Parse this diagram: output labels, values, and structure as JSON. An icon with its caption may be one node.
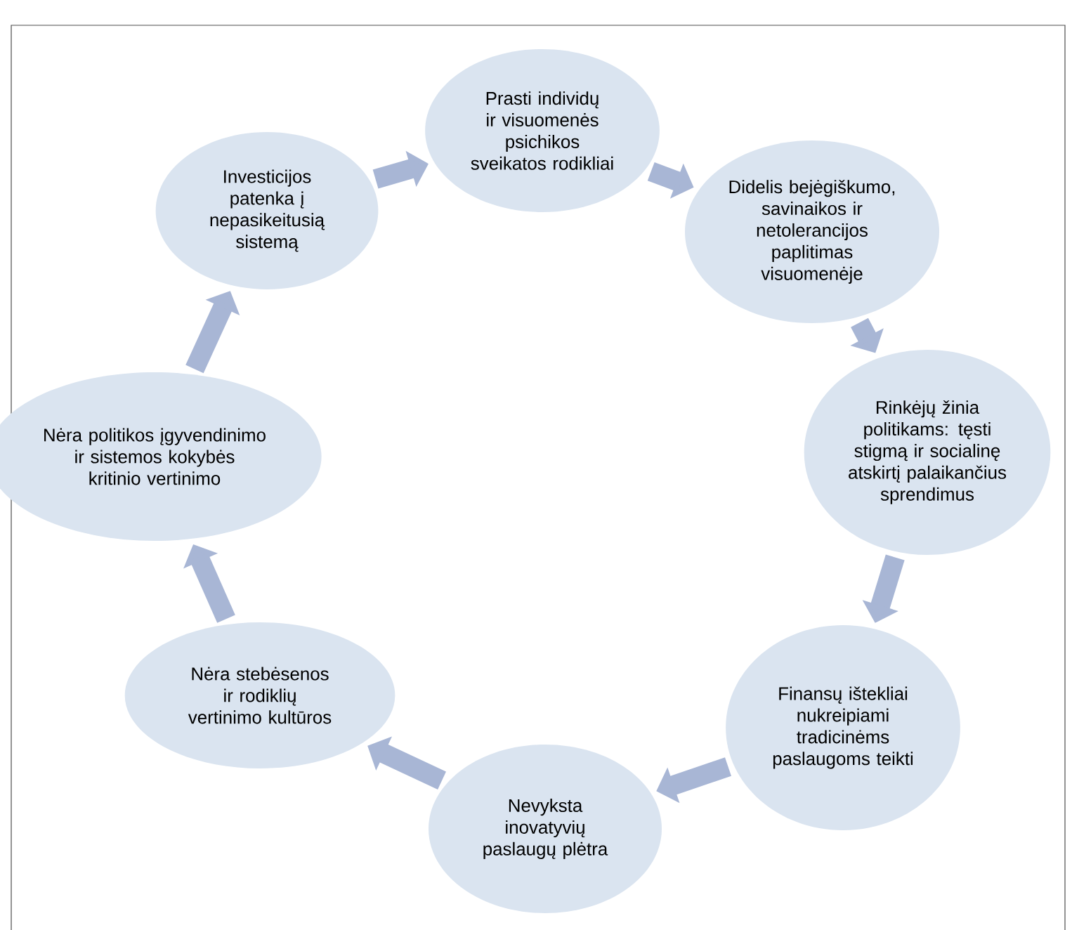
{
  "diagram": {
    "nodes": [
      {
        "text": [
          "Prasti individų ir visuomenės psichikos sveikatos rodikliai"
        ]
      },
      {
        "text": [
          "Didelis bejėgiškumo, savinaikos ir netolerancijos paplitimas visuomenėje"
        ]
      },
      {
        "text": [
          "Rinkėjų žinia politikams: tęsti stigmą ir socialinę atskirtį palaikančius sprendimus"
        ]
      },
      {
        "text": [
          "Finansų ištekliai nukreipiami tradicinėms paslaugoms teikti"
        ]
      },
      {
        "text": [
          "Nevyksta inovatyvių paslaugų plėtra"
        ]
      },
      {
        "text": [
          "Nėra stebėsenos ir rodiklių vertinimo kultūros"
        ]
      },
      {
        "text": [
          "Nėra politikos įgyvendinimo ir sistemos kokybės kritinio vertinimo"
        ]
      },
      {
        "text": [
          "Investicijos patenka į nepasikeitusią sistemą"
        ]
      }
    ],
    "edges": [
      {
        "from": 0,
        "to": 1,
        "arrow": "to"
      },
      {
        "from": 1,
        "to": 2,
        "arrow": "to"
      },
      {
        "from": 2,
        "to": 3,
        "arrow": "to"
      },
      {
        "from": 3,
        "to": 4,
        "arrow": "to"
      },
      {
        "from": 4,
        "to": 5,
        "arrow": "to"
      },
      {
        "from": 5,
        "to": 6,
        "arrow": "to"
      },
      {
        "from": 6,
        "to": 7,
        "arrow": "to"
      },
      {
        "from": 7,
        "to": 0,
        "arrow": "to"
      }
    ]
  }
}
